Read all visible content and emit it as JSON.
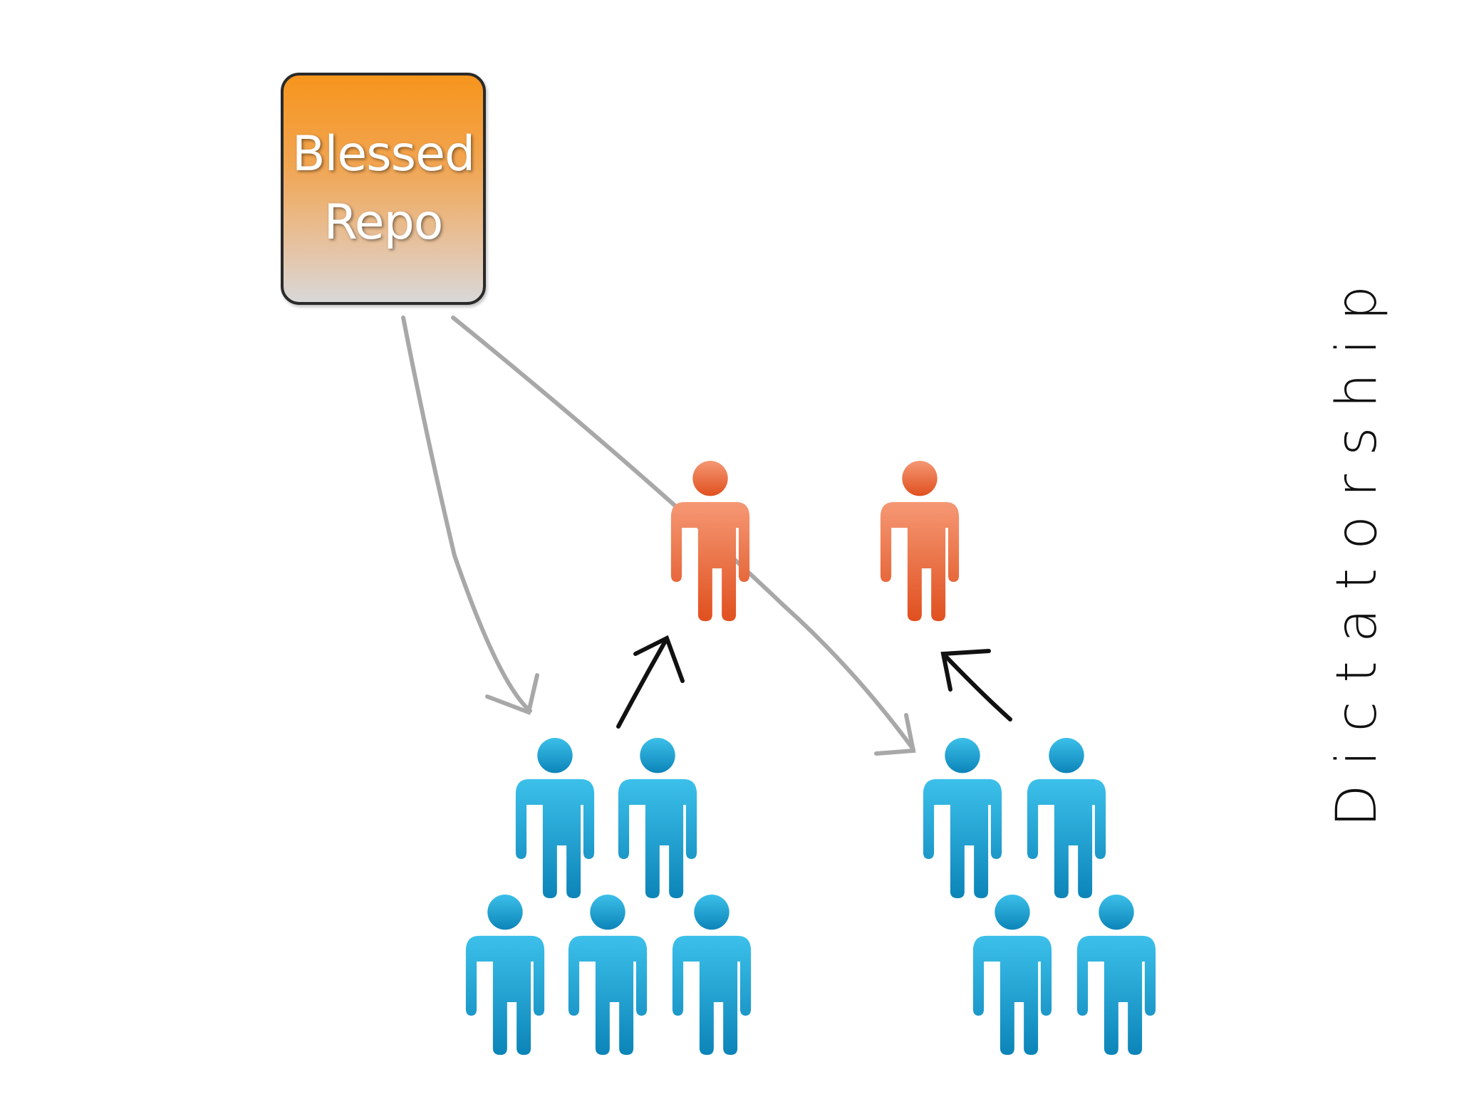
{
  "repo": {
    "line1": "Blessed",
    "line2": "Repo"
  },
  "side_title": "Dictatorship",
  "colors": {
    "lieutenant": "#e8663c",
    "developer": "#1a9fd2",
    "pull_arrow": "#a8a8a8",
    "push_arrow": "#111111"
  },
  "groups": [
    {
      "lieutenant_icon": "person-icon",
      "developers": 5
    },
    {
      "lieutenant_icon": "person-icon",
      "developers": 4
    }
  ]
}
